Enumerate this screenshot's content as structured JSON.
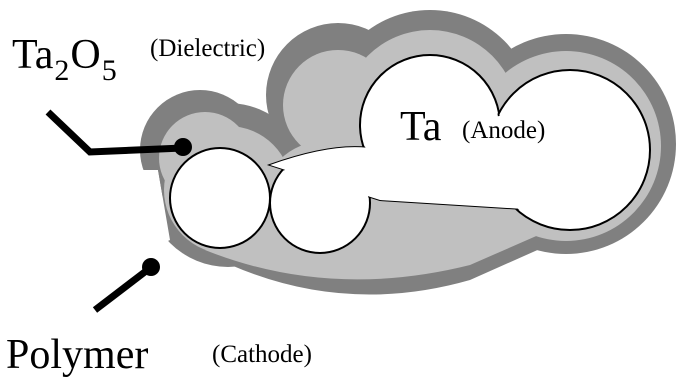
{
  "colors": {
    "cathode_layer": "#808080",
    "dielectric_layer": "#c0c0c0",
    "anode": "#ffffff",
    "outline": "#000000",
    "background": "#ffffff"
  },
  "labels": {
    "dielectric": {
      "parts": [
        "Ta",
        "2",
        "O",
        "5"
      ],
      "note": "(Dielectric)"
    },
    "anode": {
      "main": "Ta",
      "note": "(Anode)"
    },
    "cathode": {
      "main": "Polymer",
      "note": "(Cathode)"
    }
  },
  "icons": [
    "dielectric-pointer-icon",
    "cathode-pointer-icon"
  ]
}
